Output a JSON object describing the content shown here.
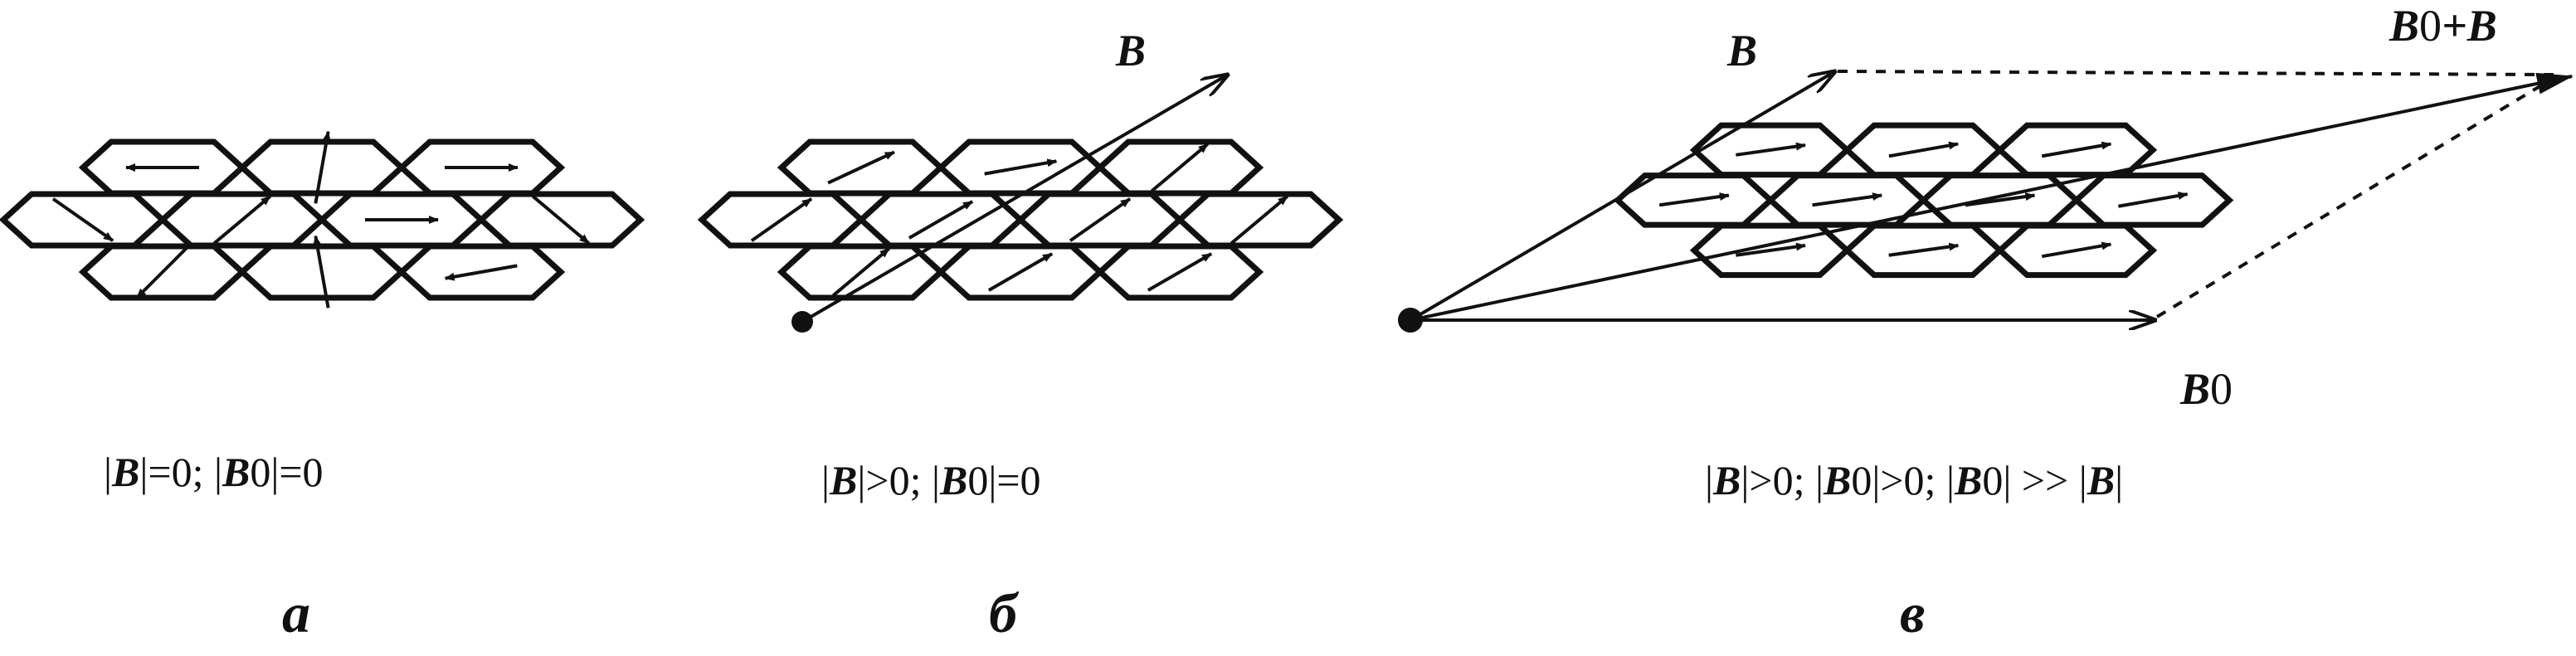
{
  "panels": [
    {
      "id": "a",
      "subcaption": "а",
      "caption": {
        "p1": "|",
        "b1": "B",
        "p2": "|=0; |",
        "b2": "B",
        "s2": "0",
        "p3": "|=0"
      },
      "arrow_angles_deg": [
        180,
        80,
        0,
        325,
        40,
        0,
        320,
        225,
        100,
        190,
        70
      ]
    },
    {
      "id": "b",
      "subcaption": "б",
      "caption": {
        "p1": "|",
        "b1": "B",
        "p2": "|>0; |",
        "b2": "B",
        "s2": "0",
        "p3": "|=0"
      },
      "vector_label": "B",
      "arrow_angles_deg": [
        25,
        10,
        40,
        35,
        30,
        35,
        40,
        40,
        30,
        30,
        25
      ]
    },
    {
      "id": "v",
      "subcaption": "в",
      "caption": {
        "p1": "|",
        "b1": "B",
        "p2": "|>0; |",
        "b2": "B",
        "s2": "0",
        "p3": "|>0; |",
        "b3": "B",
        "s3": "0",
        "p4": "| >> |",
        "b4": "B",
        "p5": "|"
      },
      "vector_labels": {
        "B": "B",
        "B0": "B",
        "B0_sub": "0",
        "sum": "B",
        "sum_sub": "0",
        "sum_plus": "+B"
      },
      "arrow_angles_deg": [
        8,
        10,
        10,
        8,
        8,
        8,
        10,
        8,
        8,
        10,
        8
      ]
    }
  ]
}
